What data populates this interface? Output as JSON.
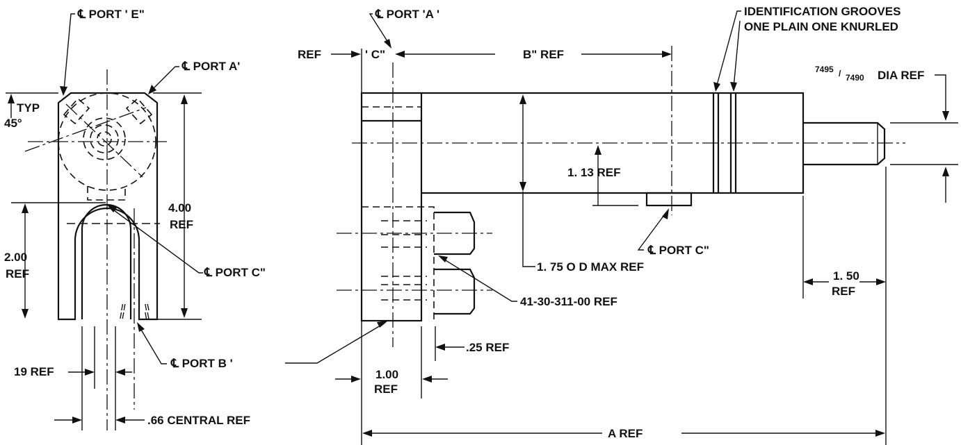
{
  "labels": {
    "port_e_left": "℄ PORT ' E\"",
    "port_a_left": "℄ PORT  A'",
    "typ": "TYP",
    "deg45": "45°",
    "ref_400_a": "4.00",
    "ref_400_b": "REF",
    "ref_200_a": "2.00",
    "ref_200_b": "REF",
    "port_c_left": "℄ PORT  C\"",
    "port_b_left": "℄ PORT  B '",
    "ref_19": "19 REF",
    "ref_66": ".66 CENTRAL REF",
    "port_a_right": "℄ PORT  'A '",
    "ref_left": "REF",
    "c_dim": "' C\"",
    "b_ref": "B\" REF",
    "ident_1": "IDENTIFICATION GROOVES",
    "ident_2": "ONE PLAIN ONE KNURLED",
    "dia_sup": "7495",
    "dia_sub": "7490",
    "dia_ref": "DIA  REF",
    "ref_113": "1. 13 REF",
    "port_c_right": "℄ PORT   C\"",
    "od_ref": "1. 75 O D  MAX  REF",
    "part_ref": "41-30-311-00 REF",
    "ref_150_a": "1. 50",
    "ref_150_b": "REF",
    "ref_25": ".25 REF",
    "ref_100_a": "1.00",
    "ref_100_b": "REF",
    "a_ref": "A   REF"
  }
}
